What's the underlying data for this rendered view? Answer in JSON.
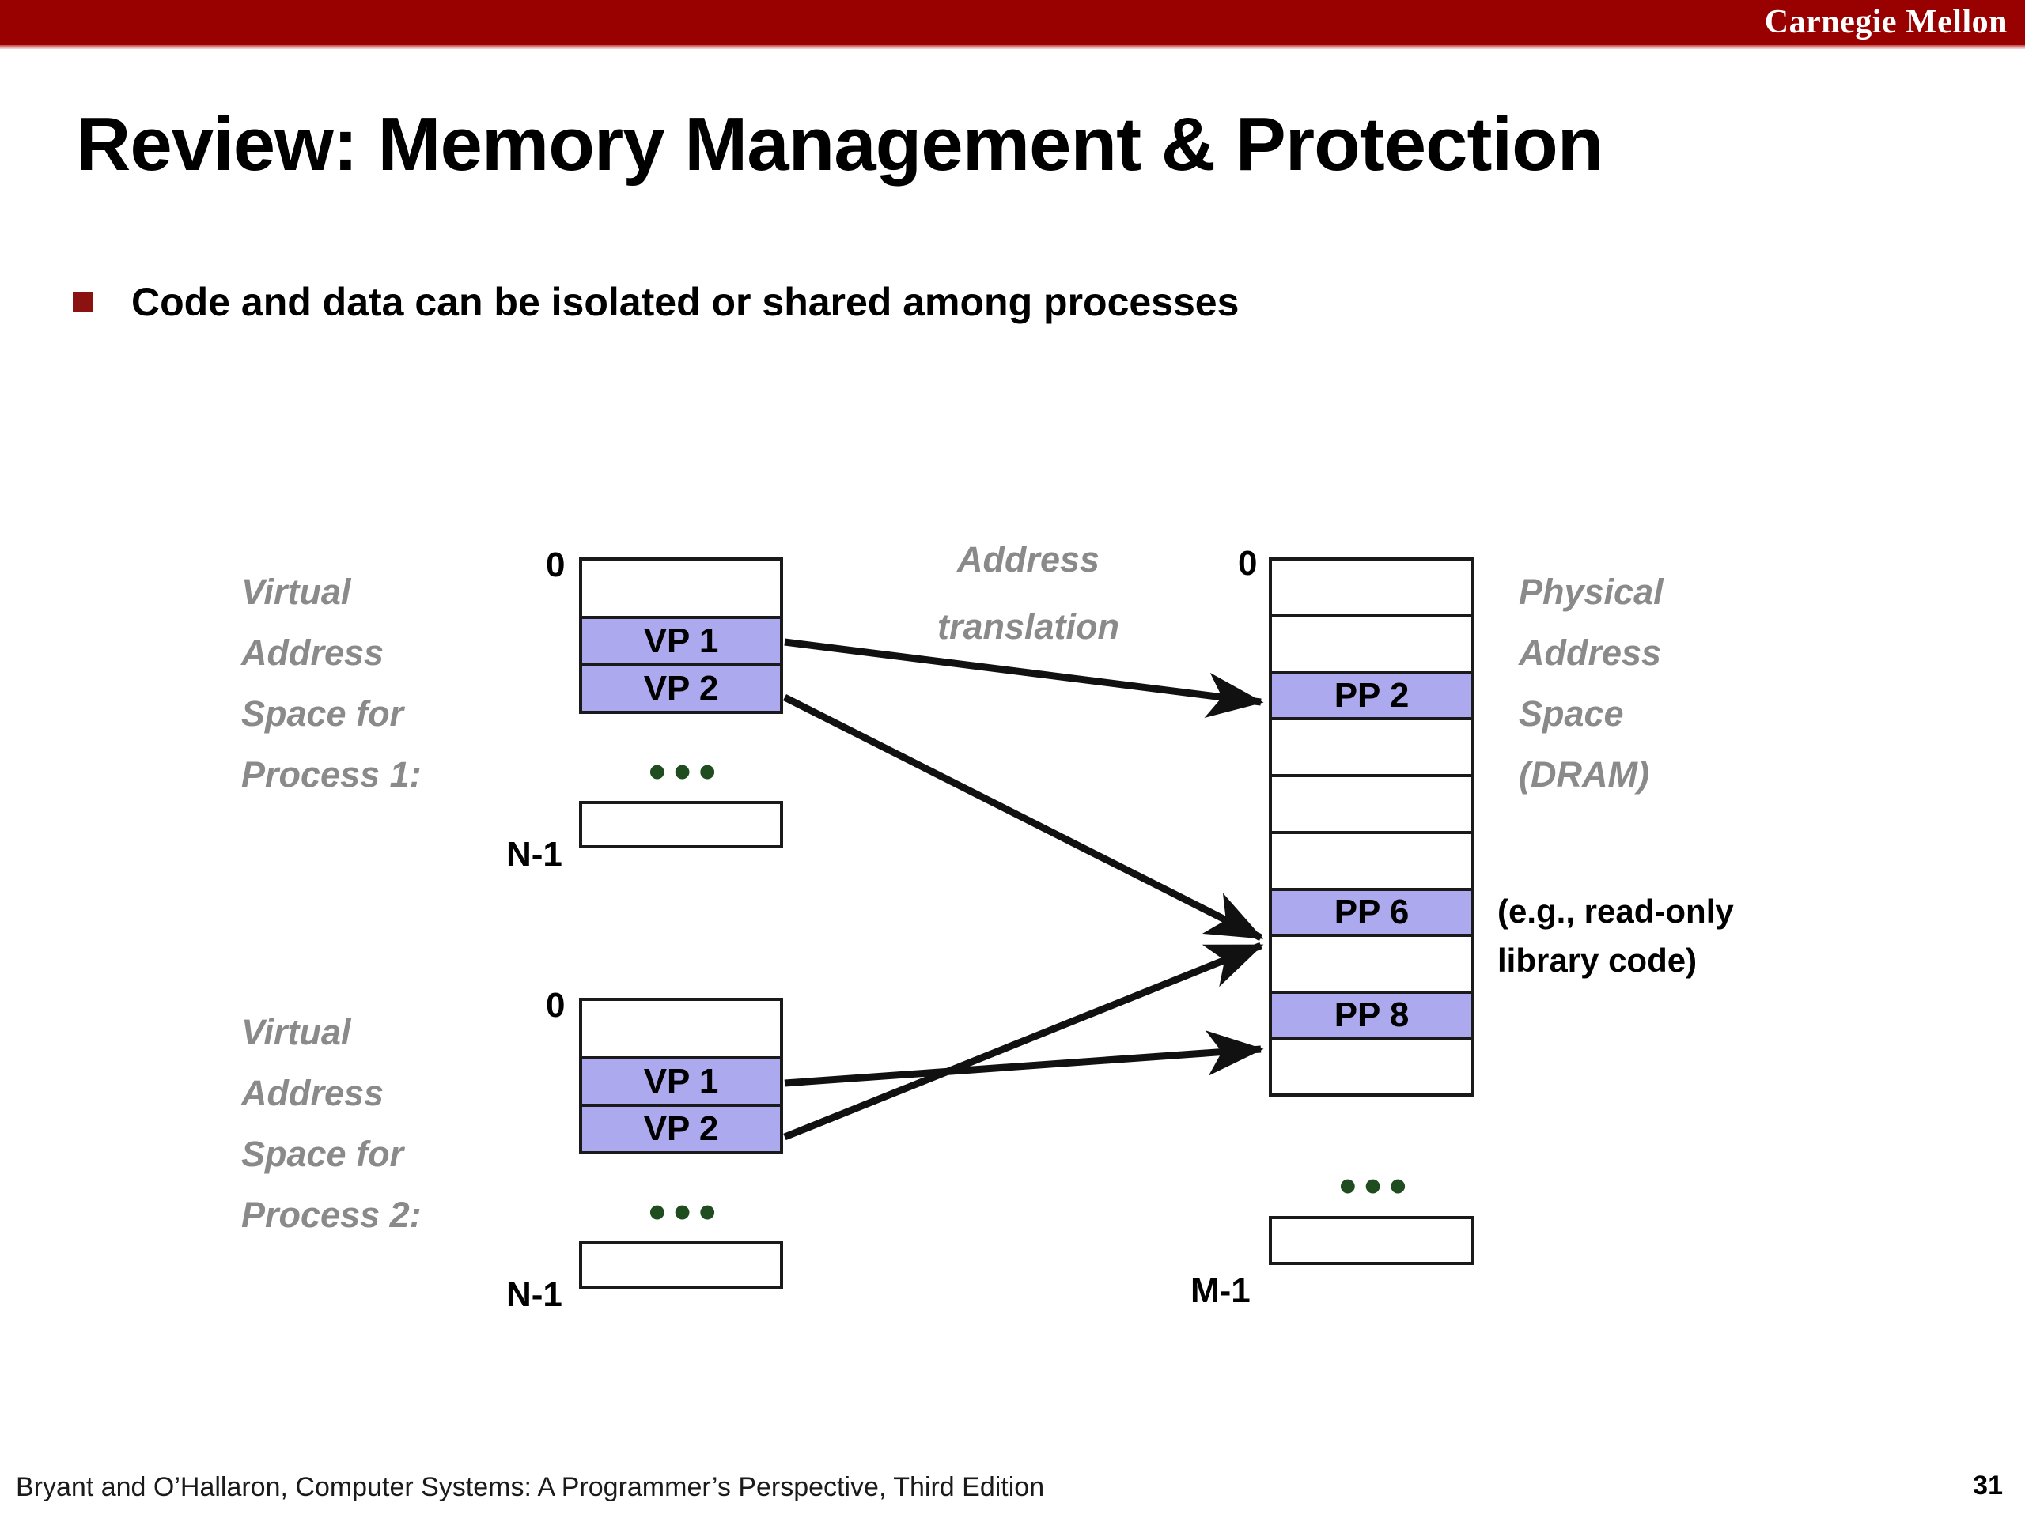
{
  "header": {
    "wordmark": "Carnegie Mellon",
    "bar_color": "#990000"
  },
  "title": "Review: Memory Management & Protection",
  "bullets": [
    {
      "text": "Code and data can be isolated or shared among processes",
      "marker_color": "#8c1111"
    }
  ],
  "diagram": {
    "translation_label": "Address\ntranslation",
    "highlight_color": "#ada9ef",
    "ellipsis_glyph": "•••",
    "ellipsis_color": "#1f4d1f",
    "process1": {
      "label": "Virtual\nAddress\nSpace for\nProcess 1:",
      "top_addr": "0",
      "bottom_addr": "N-1",
      "rows": [
        {
          "text": "",
          "filled": false
        },
        {
          "text": "VP 1",
          "filled": true
        },
        {
          "text": "VP 2",
          "filled": true
        }
      ],
      "tail_row": {
        "text": "",
        "filled": false
      }
    },
    "process2": {
      "label": "Virtual\nAddress\nSpace for\nProcess 2:",
      "top_addr": "0",
      "bottom_addr": "N-1",
      "rows": [
        {
          "text": "",
          "filled": false
        },
        {
          "text": "VP 1",
          "filled": true
        },
        {
          "text": "VP 2",
          "filled": true
        }
      ],
      "tail_row": {
        "text": "",
        "filled": false
      }
    },
    "physical": {
      "label": "Physical\nAddress\nSpace\n(DRAM)",
      "top_addr": "0",
      "bottom_addr": "M-1",
      "rows": [
        {
          "text": "",
          "filled": false
        },
        {
          "text": "",
          "filled": false
        },
        {
          "text": "PP 2",
          "filled": true
        },
        {
          "text": "",
          "filled": false
        },
        {
          "text": "",
          "filled": false
        },
        {
          "text": "",
          "filled": false
        },
        {
          "text": "PP 6",
          "filled": true
        },
        {
          "text": "",
          "filled": false
        },
        {
          "text": "PP 8",
          "filled": true
        },
        {
          "text": "",
          "filled": false
        }
      ],
      "tail_row": {
        "text": "",
        "filled": false
      },
      "note": "(e.g., read-only\nlibrary code)"
    },
    "mappings": [
      {
        "from": "Process 1 VP 1",
        "to": "PP 2"
      },
      {
        "from": "Process 1 VP 2",
        "to": "PP 6"
      },
      {
        "from": "Process 2 VP 1",
        "to": "PP 8"
      },
      {
        "from": "Process 2 VP 2",
        "to": "PP 6"
      }
    ]
  },
  "footer": {
    "citation": "Bryant and O’Hallaron, Computer Systems: A Programmer’s Perspective, Third Edition",
    "page_number": "31"
  }
}
